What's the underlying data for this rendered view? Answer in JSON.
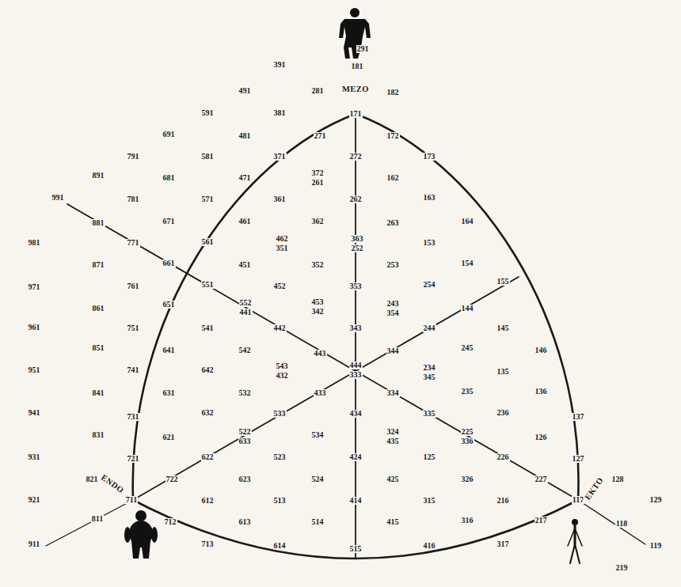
{
  "diagram": {
    "labels": [
      "291",
      "391",
      "181",
      "491",
      "281",
      "MEZO",
      "182",
      "591",
      "381",
      "171",
      "691",
      "481",
      "271",
      "172",
      "791",
      "581",
      "371",
      "272",
      "173",
      "891",
      "681",
      "471",
      "372",
      "261",
      "162",
      "991",
      "781",
      "571",
      "361",
      "262",
      "163",
      "881",
      "671",
      "461",
      "362",
      "263",
      "164",
      "981",
      "771",
      "561",
      "462",
      "351",
      "363",
      "252",
      "153",
      "871",
      "661",
      "451",
      "352",
      "253",
      "154",
      "971",
      "761",
      "551",
      "452",
      "353",
      "254",
      "155",
      "861",
      "651",
      "552",
      "441",
      "453",
      "342",
      "243",
      "354",
      "144",
      "961",
      "751",
      "541",
      "442",
      "343",
      "244",
      "145",
      "851",
      "641",
      "542",
      "443",
      "344",
      "245",
      "146",
      "951",
      "741",
      "642",
      "543",
      "432",
      "444",
      "333",
      "234",
      "345",
      "135",
      "841",
      "631",
      "532",
      "433",
      "334",
      "235",
      "136",
      "941",
      "731",
      "632",
      "533",
      "434",
      "335",
      "236",
      "137",
      "831",
      "621",
      "522",
      "633",
      "534",
      "324",
      "435",
      "225",
      "336",
      "126",
      "931",
      "721",
      "622",
      "523",
      "424",
      "125",
      "226",
      "127",
      "821",
      "722",
      "623",
      "524",
      "425",
      "326",
      "227",
      "128",
      "921",
      "711",
      "612",
      "513",
      "414",
      "315",
      "216",
      "117",
      "129",
      "ENDO",
      "EKTO",
      "811",
      "712",
      "613",
      "514",
      "415",
      "316",
      "217",
      "118",
      "911",
      "713",
      "614",
      "515",
      "416",
      "317",
      "119",
      "219"
    ]
  }
}
